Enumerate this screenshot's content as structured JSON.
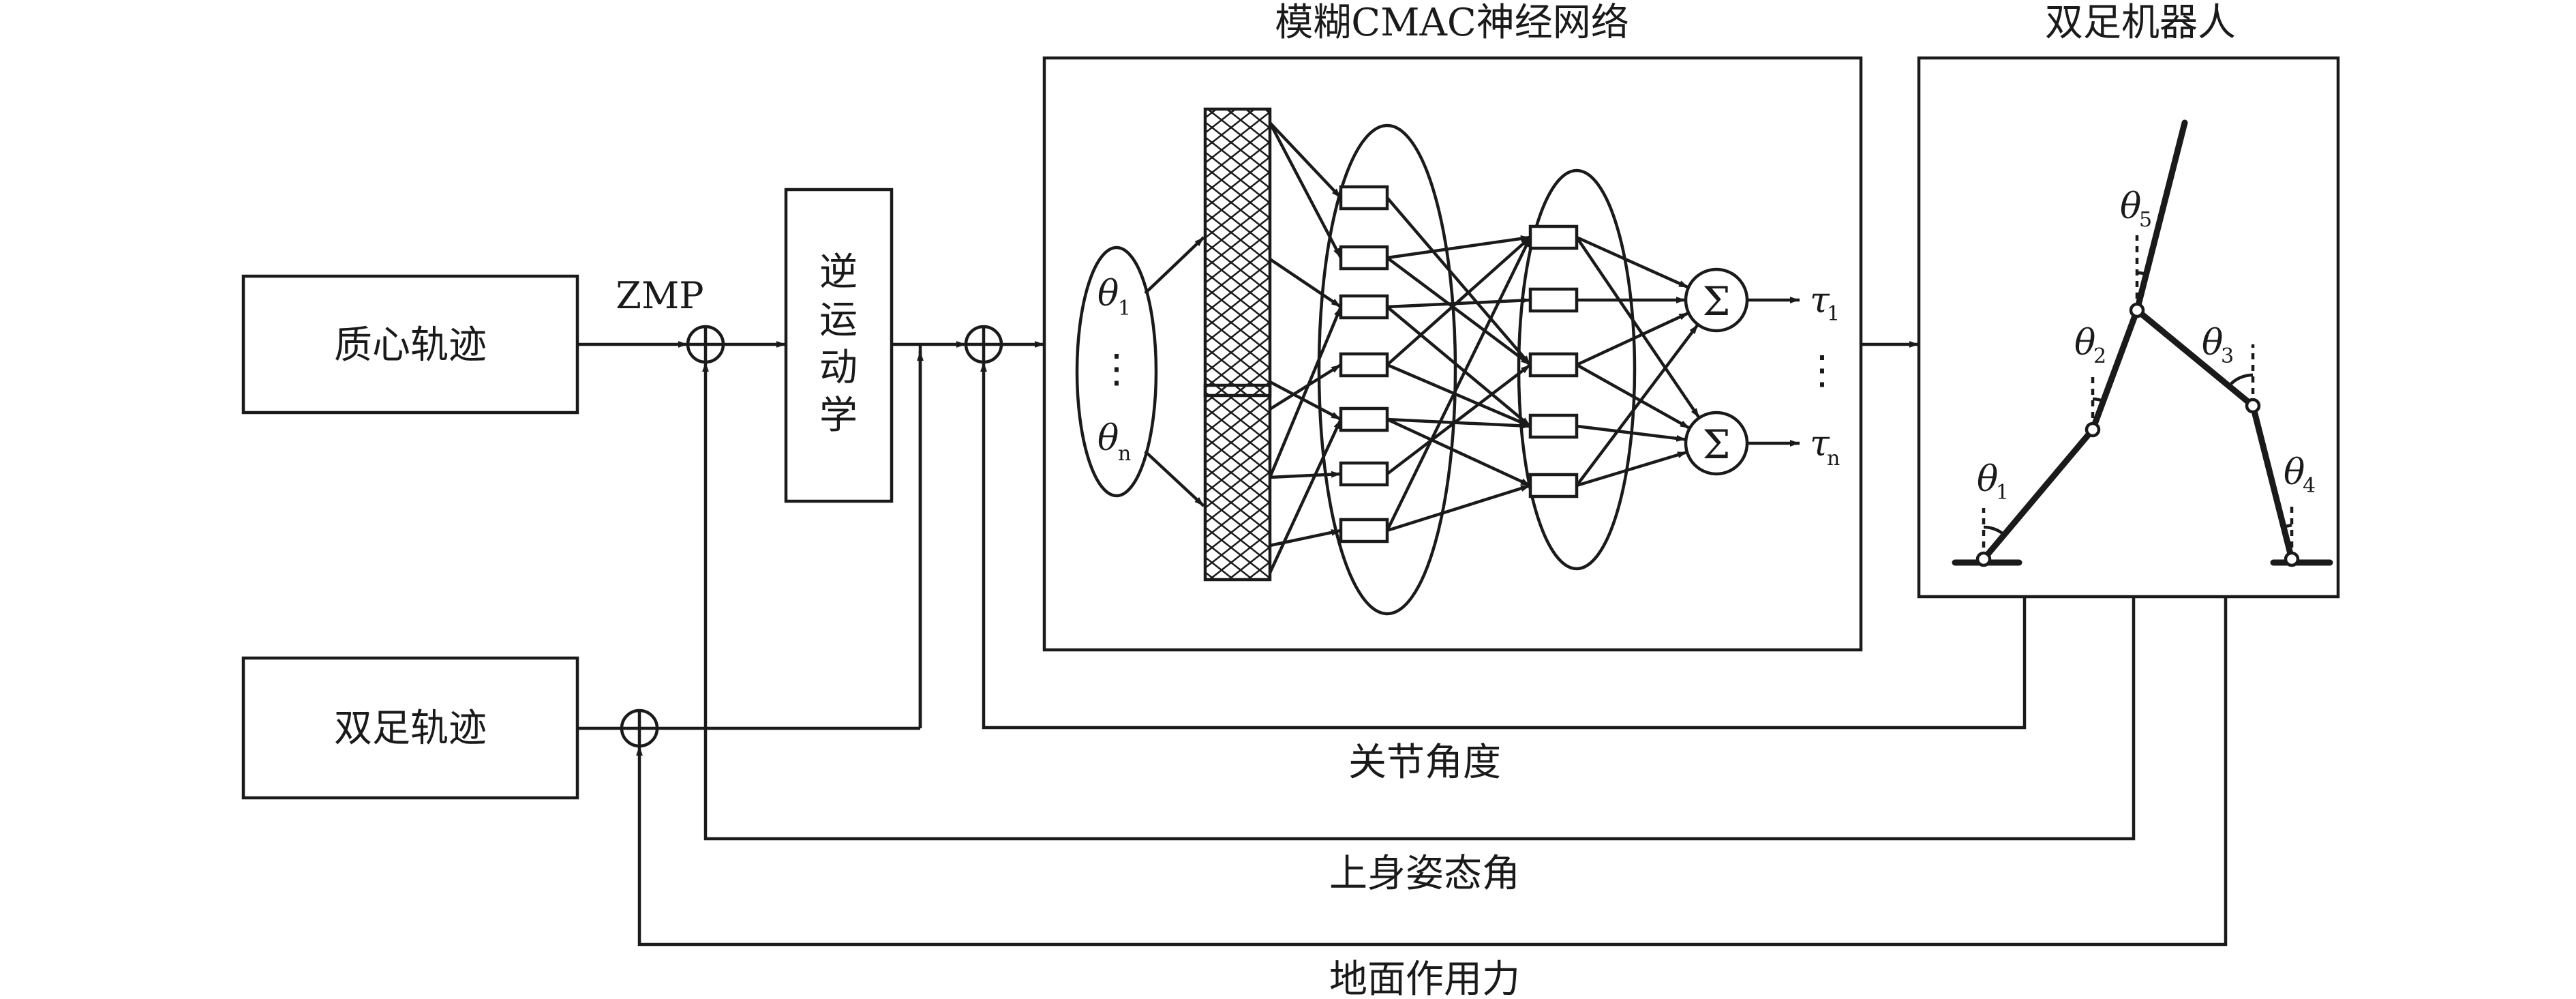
{
  "blocks": {
    "com_trajectory": "质心轨迹",
    "foot_trajectory": "双足轨迹",
    "inverse_kinematics": [
      "逆",
      "运",
      "动",
      "学"
    ],
    "fuzzy_cmac": "模糊CMAC神经网络",
    "biped_robot": "双足机器人"
  },
  "signals": {
    "zmp": "ZMP",
    "joint_angle": "关节角度",
    "upper_body_angle": "上身姿态角",
    "ground_force": "地面作用力"
  },
  "network": {
    "input_symbol": "θ",
    "input_subscripts": [
      "1",
      "n"
    ],
    "input_ellipsis": "⋮",
    "sum_symbol": "Σ",
    "output_symbol": "τ",
    "output_subscripts": [
      "1",
      "n"
    ],
    "output_ellipsis": "⋮"
  },
  "robot": {
    "angle_symbol": "θ",
    "joint_subscripts": [
      "1",
      "2",
      "3",
      "4",
      "5"
    ]
  }
}
